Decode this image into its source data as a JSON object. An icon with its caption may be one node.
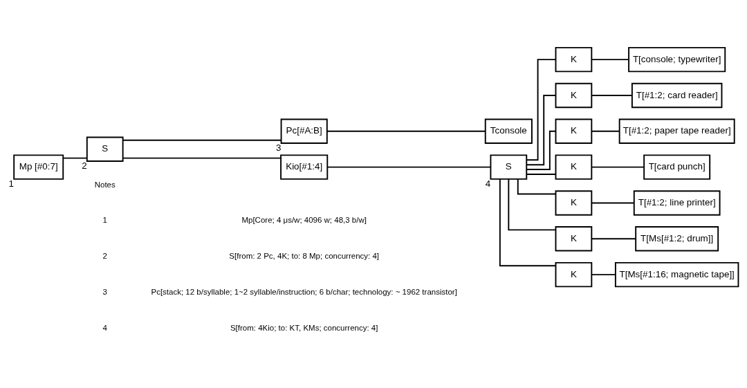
{
  "diagram": {
    "nodes": [
      {
        "text": [
          "Mp [#0:7]"
        ],
        "beside": [
          "1"
        ]
      },
      {
        "text": [
          "S"
        ],
        "beside": [
          "2"
        ]
      },
      {
        "text": [
          "Tconsole"
        ]
      },
      {
        "text": [
          "Pc[#A:B]"
        ],
        "beside": [
          "3"
        ]
      },
      {
        "text": [
          "Kio[#1:4]"
        ]
      },
      {
        "text": [
          "S"
        ],
        "beside": [
          "4"
        ]
      },
      {
        "text": [
          "K"
        ]
      },
      {
        "text": [
          "T[console; typewriter]"
        ]
      },
      {
        "text": [
          "K"
        ]
      },
      {
        "text": [
          "T[#1:2; card reader]"
        ]
      },
      {
        "text": [
          "K"
        ]
      },
      {
        "text": [
          "T[#1:2; paper tape reader]"
        ]
      },
      {
        "text": [
          "K"
        ]
      },
      {
        "text": [
          "T[card punch]"
        ]
      },
      {
        "text": [
          "K"
        ]
      },
      {
        "text": [
          "T[#1:2; line printer]"
        ]
      },
      {
        "text": [
          "K"
        ]
      },
      {
        "text": [
          "T[Ms[#1:2; drum]]"
        ]
      },
      {
        "text": [
          "K"
        ]
      },
      {
        "text": [
          "T[Ms[#1:16; magnetic tape]]"
        ]
      }
    ],
    "edges": [
      {
        "from": 0,
        "to": 1,
        "arrow": "none"
      },
      {
        "from": 1,
        "to": 3,
        "arrow": "none"
      },
      {
        "from": 1,
        "to": 4,
        "arrow": "none"
      },
      {
        "from": 3,
        "to": 2,
        "arrow": "none"
      },
      {
        "from": 4,
        "to": 5,
        "arrow": "none"
      },
      {
        "from": 5,
        "to": 6,
        "arrow": "none"
      },
      {
        "from": 5,
        "to": 8,
        "arrow": "none"
      },
      {
        "from": 5,
        "to": 10,
        "arrow": "none"
      },
      {
        "from": 5,
        "to": 12,
        "arrow": "none"
      },
      {
        "from": 5,
        "to": 14,
        "arrow": "none"
      },
      {
        "from": 5,
        "to": 16,
        "arrow": "none"
      },
      {
        "from": 5,
        "to": 18,
        "arrow": "none"
      },
      {
        "from": 6,
        "to": 7,
        "arrow": "none"
      },
      {
        "from": 8,
        "to": 9,
        "arrow": "none"
      },
      {
        "from": 10,
        "to": 11,
        "arrow": "none"
      },
      {
        "from": 12,
        "to": 13,
        "arrow": "none"
      },
      {
        "from": 14,
        "to": 15,
        "arrow": "none"
      },
      {
        "from": 16,
        "to": 17,
        "arrow": "none"
      },
      {
        "from": 18,
        "to": 19,
        "arrow": "none"
      }
    ],
    "labels": [
      "Notes",
      "1",
      "Mp[Core; 4 μs/w; 4096 w; 48,3 b/w]",
      "2",
      "S[from: 2 Pc, 4K; to: 8 Mp; concurrency: 4]",
      "3",
      "Pc[stack; 12 b/syllable; 1~2 syllable/instruction; 6 b/char; technology: ~ 1962 transistor]",
      "4",
      "S[from: 4Kio; to: KT, KMs; concurrency: 4]"
    ]
  }
}
